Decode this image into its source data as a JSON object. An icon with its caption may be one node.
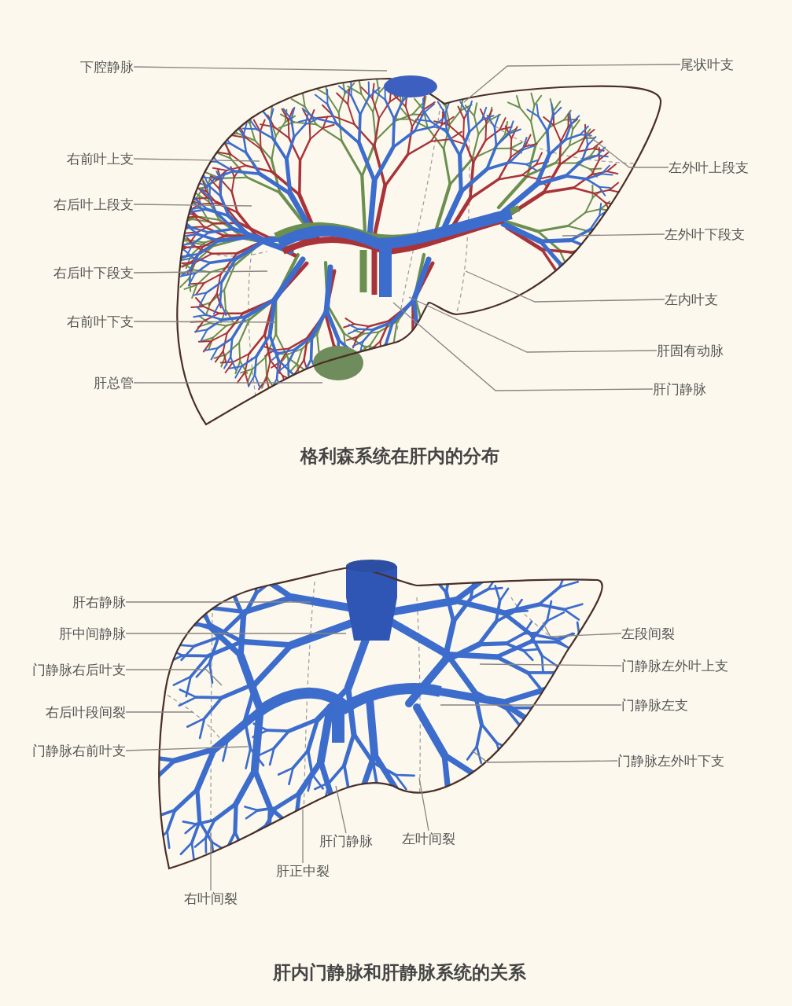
{
  "diagram": {
    "nodes": [
      {
        "text": [
          "下腔静脉"
        ]
      },
      {
        "text": [
          "右前叶上支"
        ]
      },
      {
        "text": [
          "右后叶上段支"
        ]
      },
      {
        "text": [
          "右后叶下段支"
        ]
      },
      {
        "text": [
          "右前叶下支"
        ]
      },
      {
        "text": [
          "肝总管"
        ]
      },
      {
        "text": [
          "尾状叶支"
        ]
      },
      {
        "text": [
          "左外叶上段支"
        ]
      },
      {
        "text": [
          "左外叶下段支"
        ]
      },
      {
        "text": [
          "左内叶支"
        ]
      },
      {
        "text": [
          "肝固有动脉"
        ]
      },
      {
        "text": [
          "肝门静脉"
        ]
      },
      {
        "text": [
          "肝右静脉"
        ]
      },
      {
        "text": [
          "肝中间静脉"
        ]
      },
      {
        "text": [
          "门静脉右后叶支"
        ]
      },
      {
        "text": [
          "右后叶段间裂"
        ]
      },
      {
        "text": [
          "门静脉右前叶支"
        ]
      },
      {
        "text": [
          "左段间裂"
        ]
      },
      {
        "text": [
          "门静脉左外叶上支"
        ]
      },
      {
        "text": [
          "门静脉左支"
        ]
      },
      {
        "text": [
          "门静脉左外叶下支"
        ]
      },
      {
        "text": [
          "肝门静脉"
        ]
      },
      {
        "text": [
          "左叶间裂"
        ]
      },
      {
        "text": [
          "肝正中裂"
        ]
      },
      {
        "text": [
          "右叶间裂"
        ]
      }
    ],
    "edges": [
      {
        "from": 0,
        "to": null,
        "arrow": "none"
      },
      {
        "from": 1,
        "to": null,
        "arrow": "none"
      },
      {
        "from": 2,
        "to": null,
        "arrow": "none"
      },
      {
        "from": 3,
        "to": null,
        "arrow": "none"
      },
      {
        "from": 4,
        "to": null,
        "arrow": "none"
      },
      {
        "from": 5,
        "to": null,
        "arrow": "none"
      },
      {
        "from": 6,
        "to": null,
        "arrow": "none"
      },
      {
        "from": 7,
        "to": null,
        "arrow": "none"
      },
      {
        "from": 8,
        "to": null,
        "arrow": "none"
      },
      {
        "from": 9,
        "to": null,
        "arrow": "none"
      },
      {
        "from": 10,
        "to": null,
        "arrow": "none"
      },
      {
        "from": 11,
        "to": null,
        "arrow": "none"
      },
      {
        "from": 12,
        "to": null,
        "arrow": "none"
      },
      {
        "from": 13,
        "to": null,
        "arrow": "none"
      },
      {
        "from": 14,
        "to": null,
        "arrow": "none"
      },
      {
        "from": 15,
        "to": null,
        "arrow": "none"
      },
      {
        "from": 16,
        "to": null,
        "arrow": "none"
      },
      {
        "from": 17,
        "to": null,
        "arrow": "none"
      },
      {
        "from": 18,
        "to": null,
        "arrow": "none"
      },
      {
        "from": 19,
        "to": null,
        "arrow": "none"
      },
      {
        "from": 20,
        "to": null,
        "arrow": "none"
      },
      {
        "from": 21,
        "to": null,
        "arrow": "none"
      },
      {
        "from": 22,
        "to": null,
        "arrow": "none"
      },
      {
        "from": 23,
        "to": null,
        "arrow": "none"
      },
      {
        "from": 24,
        "to": null,
        "arrow": "none"
      }
    ],
    "labels": [
      "格利森系统在肝内的分布",
      "肝内门静脉和肝静脉系统的关系"
    ]
  }
}
